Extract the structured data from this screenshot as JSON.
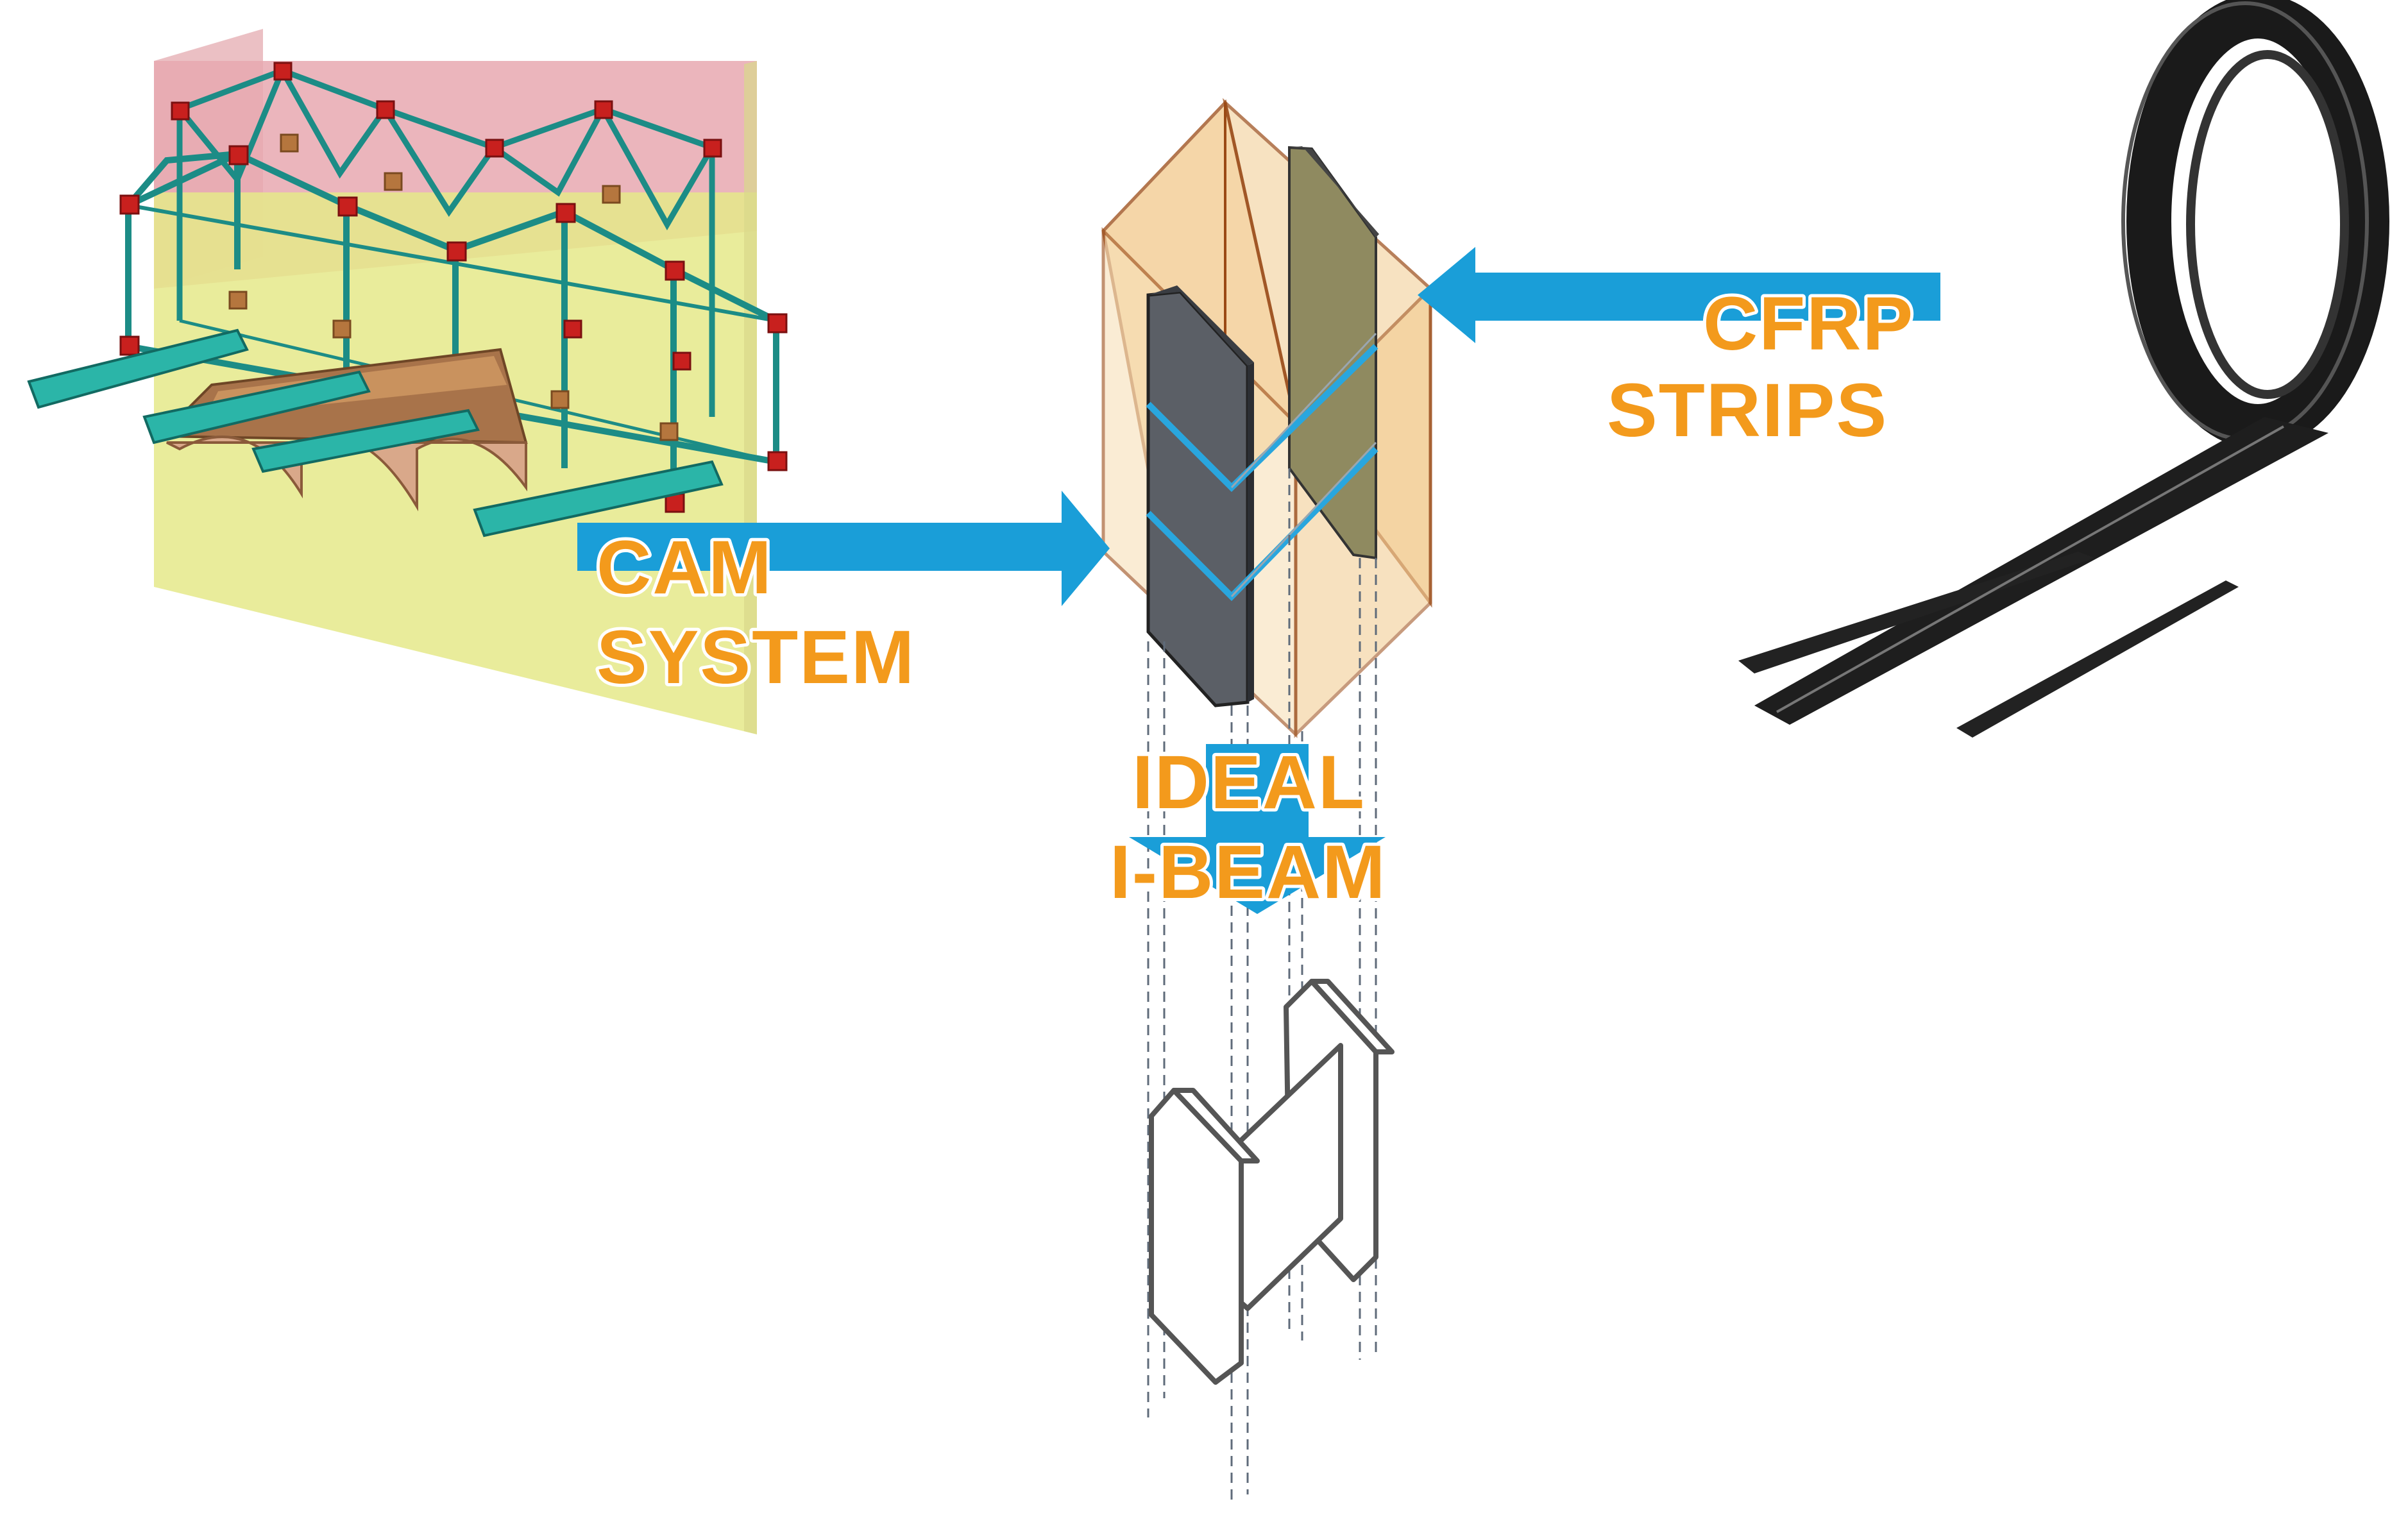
{
  "labels": {
    "cam_line1": "CAM",
    "cam_line2": "SYSTEM",
    "cfrp_line1": "CFRP",
    "cfrp_line2": "STRIPS",
    "ideal_line1": "IDEAL",
    "ideal_line2": "I-BEAM"
  },
  "colors": {
    "label_fill": "#F39A1C",
    "label_stroke": "#ffffff",
    "arrow": "#1A9ED8",
    "wall_top": "#E7A8B0",
    "wall_body": "#E5E98A",
    "frame": "#1C8C86",
    "plate": "#C8201E",
    "box_face": "#F2C98C",
    "box_edge": "#9A4A15",
    "strip": "#5B5F66",
    "strip_band": "#29A6DE",
    "coil": "#1A1A1A",
    "beam_line": "#555555"
  }
}
